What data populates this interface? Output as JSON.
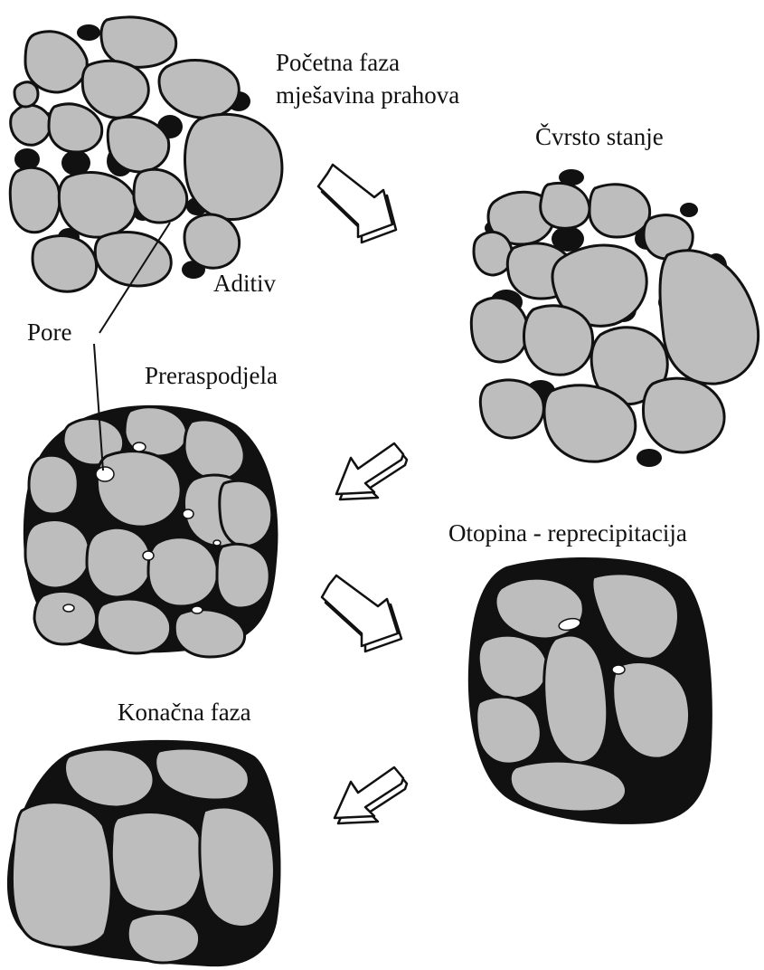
{
  "labels": {
    "initial_line1": "Početna faza",
    "initial_line2": "mješavina prahova",
    "solid_state": "Čvrsto stanje",
    "additive": "Aditiv",
    "pores": "Pore",
    "rearrangement": "Preraspodjela",
    "solution_reprecipitation": "Otopina - reprecipitacija",
    "final_stage": "Konačna faza"
  },
  "colors": {
    "grain": "#bdbdbd",
    "additive_liquid": "#111111",
    "pore": "#ffffff",
    "outline": "#111111",
    "arrow": "#ffffff"
  },
  "icons": {
    "arrows": [
      "block-arrow-down-right",
      "block-arrow-down-left",
      "block-arrow-down-right",
      "block-arrow-down-left"
    ]
  }
}
